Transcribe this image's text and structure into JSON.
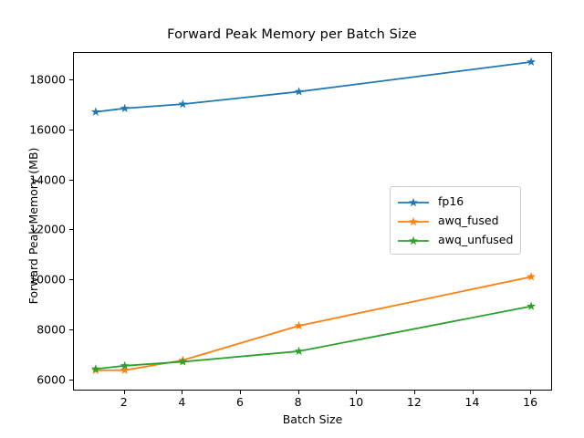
{
  "chart_data": {
    "type": "line",
    "title": "Forward Peak Memory per Batch Size",
    "xlabel": "Batch Size",
    "ylabel": "Forward Peak Memory (MB)",
    "x": [
      1,
      2,
      4,
      8,
      16
    ],
    "xlim": [
      0.25,
      16.75
    ],
    "ylim": [
      5550,
      19100
    ],
    "xticks": [
      2,
      4,
      6,
      8,
      10,
      12,
      14,
      16
    ],
    "xtick_labels": [
      "2",
      "4",
      "6",
      "8",
      "10",
      "12",
      "14",
      "16"
    ],
    "yticks": [
      6000,
      8000,
      10000,
      12000,
      14000,
      16000,
      18000
    ],
    "ytick_labels": [
      "6000",
      "8000",
      "10000",
      "12000",
      "14000",
      "16000",
      "18000"
    ],
    "grid": false,
    "legend_position": "center right",
    "marker": "star",
    "series": [
      {
        "name": "fp16",
        "color": "#1f77b4",
        "values": [
          16740,
          16880,
          17050,
          17550,
          18740
        ]
      },
      {
        "name": "awq_fused",
        "color": "#ff7f0e",
        "values": [
          6400,
          6400,
          6800,
          8180,
          10140
        ]
      },
      {
        "name": "awq_unfused",
        "color": "#2ca02c",
        "values": [
          6450,
          6580,
          6740,
          7160,
          8960
        ]
      }
    ]
  }
}
